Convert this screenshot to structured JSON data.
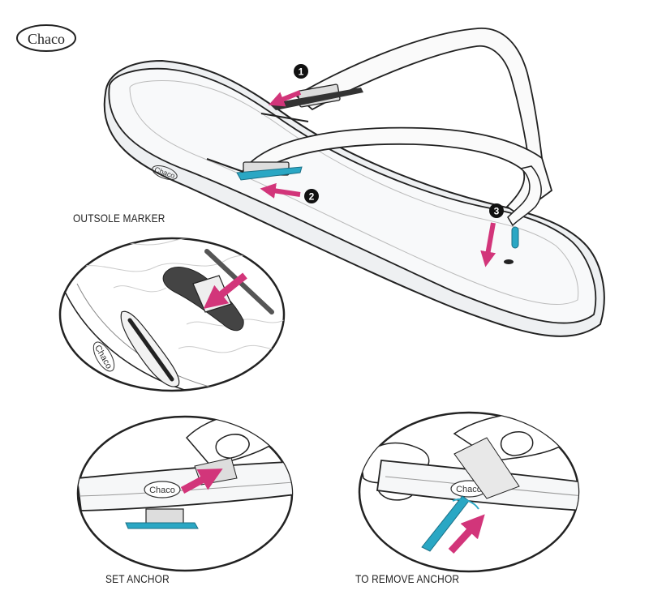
{
  "brand": {
    "logo_text": "Chaco"
  },
  "steps": [
    {
      "number": "1"
    },
    {
      "number": "2"
    },
    {
      "number": "3"
    }
  ],
  "panels": {
    "outsole_marker": {
      "label": "OUTSOLE MARKER",
      "sole_logo": "Chaco"
    },
    "set_anchor": {
      "label": "SET ANCHOR",
      "sole_logo": "Chaco"
    },
    "remove_anchor": {
      "label": "TO REMOVE ANCHOR",
      "sole_logo": "Chaco"
    }
  },
  "main_sole_logo": "Chaco",
  "colors": {
    "arrow": "#d2357a",
    "anchor": "#2aa7c4",
    "line": "#222222",
    "sole_fill": "#f4f5f6"
  }
}
